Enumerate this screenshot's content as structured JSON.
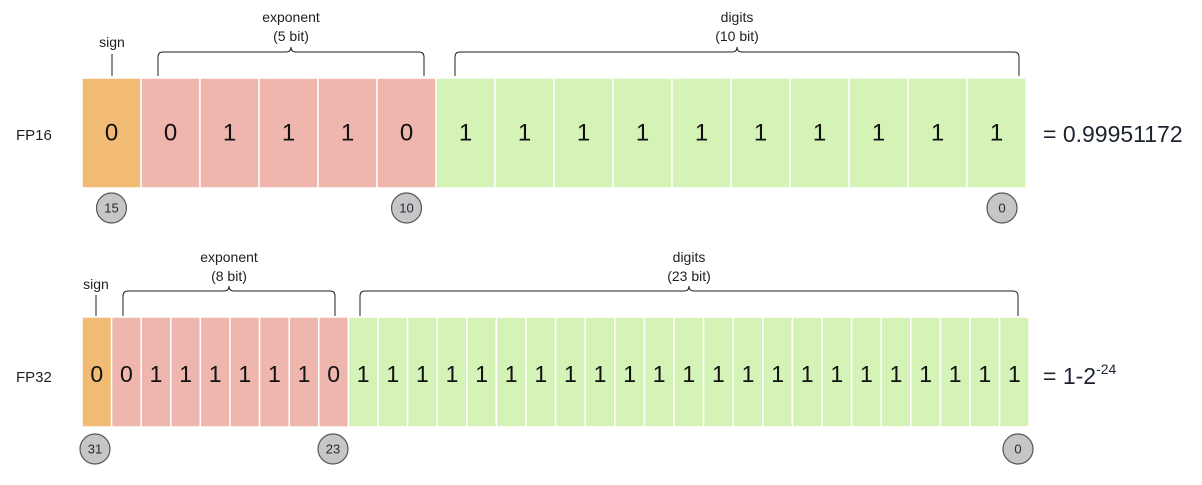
{
  "colors": {
    "sign": "#f2bb74",
    "exponent": "#efb6ad",
    "digits": "#d6f3b7",
    "cell_border": "#ffffff",
    "position_circle": "#c6c6c6",
    "position_circle_border": "#555555"
  },
  "formats": [
    {
      "label": "FP16",
      "bits": [
        "0",
        "0",
        "1",
        "1",
        "1",
        "0",
        "1",
        "1",
        "1",
        "1",
        "1",
        "1",
        "1",
        "1",
        "1",
        "1"
      ],
      "sign_label": "sign",
      "exponent_label": "exponent",
      "exponent_size": "(5 bit)",
      "digits_label": "digits",
      "digits_size": "(10 bit)",
      "positions": [
        "15",
        "10",
        "0"
      ],
      "result_prefix": "= 0.99951172",
      "result_exponent": ""
    },
    {
      "label": "FP32",
      "bits": [
        "0",
        "0",
        "1",
        "1",
        "1",
        "1",
        "1",
        "1",
        "0",
        "1",
        "1",
        "1",
        "1",
        "1",
        "1",
        "1",
        "1",
        "1",
        "1",
        "1",
        "1",
        "1",
        "1",
        "1",
        "1",
        "1",
        "1",
        "1",
        "1",
        "1",
        "1",
        "1"
      ],
      "sign_label": "sign",
      "exponent_label": "exponent",
      "exponent_size": "(8 bit)",
      "digits_label": "digits",
      "digits_size": "(23 bit)",
      "positions": [
        "31",
        "23",
        "0"
      ],
      "result_prefix": "= 1-2",
      "result_exponent": "-24"
    }
  ]
}
